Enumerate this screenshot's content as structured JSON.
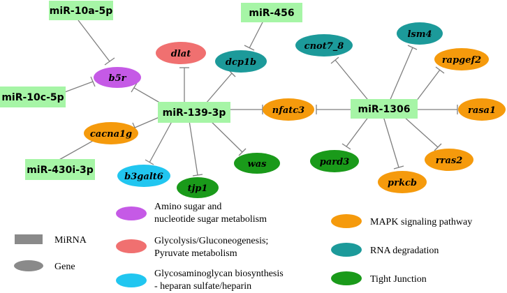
{
  "colors": {
    "mirna_box": "#a6f5a6",
    "purple": "#c55ae6",
    "red": "#f07070",
    "cyan": "#21c6f0",
    "orange": "#f59a0c",
    "teal": "#1c9a9a",
    "green": "#1a9a1a",
    "edge": "#7f7f7f",
    "legend_gray": "#8a8a8a"
  },
  "mirnas": {
    "mir10a5p": "miR-10a-5p",
    "mir456": "miR-456",
    "mir10c5p": "miR-10c-5p",
    "mir1393p": "miR-139-3p",
    "mir1306": "miR-1306",
    "mir430i3p": "miR-430i-3p"
  },
  "genes": {
    "b5r": "b5r",
    "dlat": "dlat",
    "dcp1b": "dcp1b",
    "cacna1g": "cacna1g",
    "nfatc3": "nfatc3",
    "b3galt6": "b3galt6",
    "tjp1": "tjp1",
    "was": "was",
    "cnot7_8": "cnot7_8",
    "lsm4": "lsm4",
    "rapgef2": "rapgef2",
    "rasa1": "rasa1",
    "rras2": "rras2",
    "prkcb": "prkcb",
    "pard3": "pard3"
  },
  "legend": {
    "mirna": "MiRNA",
    "gene": "Gene",
    "amino_sugar_1": "Amino sugar and",
    "amino_sugar_2": "nucleotide sugar metabolism",
    "glycolysis_1": "Glycolysis/Gluconeogenesis;",
    "glycolysis_2": "Pyruvate metabolism",
    "gag_1": "Glycosaminoglycan biosynthesis",
    "gag_2": "- heparan sulfate/heparin",
    "mapk": "MAPK signaling pathway",
    "rna_deg": "RNA degradation",
    "tight": "Tight Junction"
  }
}
